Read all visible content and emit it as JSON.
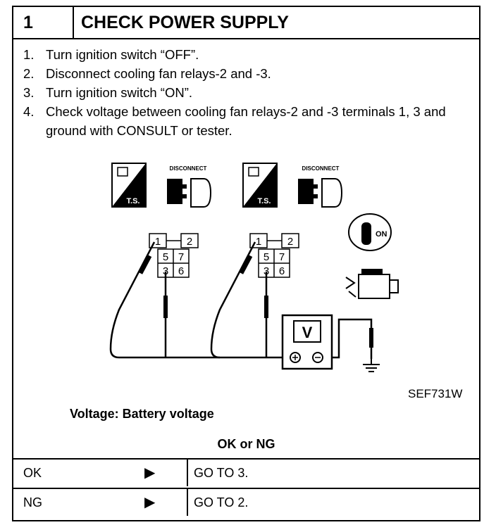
{
  "header": {
    "number": "1",
    "title": "CHECK POWER SUPPLY"
  },
  "steps": [
    {
      "num": "1.",
      "text": "Turn ignition switch “OFF”."
    },
    {
      "num": "2.",
      "text": "Disconnect cooling fan relays-2 and -3."
    },
    {
      "num": "3.",
      "text": "Turn ignition switch “ON”."
    },
    {
      "num": "4.",
      "text": "Check voltage between cooling fan relays-2 and -3 terminals 1, 3 and ground with CONSULT or tester."
    }
  ],
  "diagram": {
    "ts_label": "T.S.",
    "disconnect_label": "DISCONNECT",
    "on_label": "ON",
    "meter_label": "V",
    "relay_terminals": [
      "1",
      "2",
      "5",
      "7",
      "3",
      "6"
    ],
    "figure_code": "SEF731W"
  },
  "spec": "Voltage: Battery voltage",
  "decision": {
    "heading": "OK or NG",
    "rows": [
      {
        "label": "OK",
        "action": "GO TO 3."
      },
      {
        "label": "NG",
        "action": "GO TO 2."
      }
    ]
  }
}
